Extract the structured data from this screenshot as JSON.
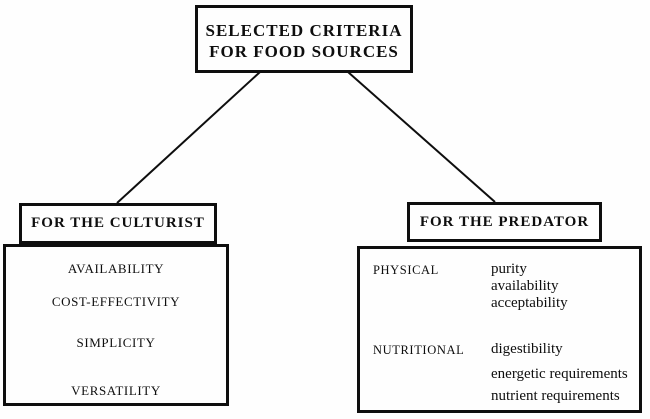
{
  "colors": {
    "ink": "#0e0e0e",
    "background": "#fefefe"
  },
  "diagram": {
    "root": {
      "line1": "SELECTED CRITERIA",
      "line2": "FOR FOOD SOURCES"
    },
    "culturist": {
      "header": "FOR THE CULTURIST",
      "items": [
        "AVAILABILITY",
        "COST-EFFECTIVITY",
        "SIMPLICITY",
        "VERSATILITY"
      ]
    },
    "predator": {
      "header": "FOR THE PREDATOR",
      "groups": [
        {
          "label": "PHYSICAL",
          "items": [
            "purity",
            "availability",
            "acceptability"
          ]
        },
        {
          "label": "NUTRITIONAL",
          "items": [
            "digestibility",
            "energetic requirements",
            "nutrient requirements"
          ]
        }
      ]
    }
  }
}
